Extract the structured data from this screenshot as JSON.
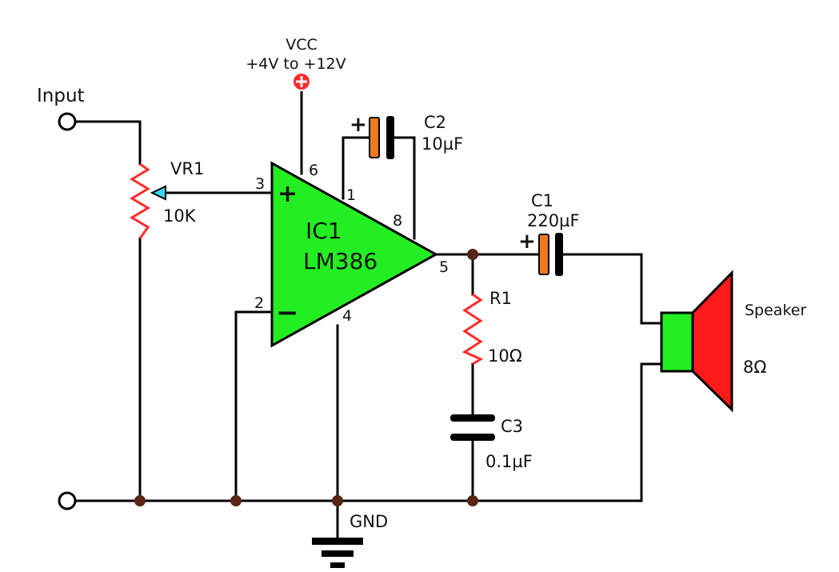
{
  "colors": {
    "wire": "#000000",
    "resistor": "#ff2a2a",
    "opamp": "#22ee22",
    "capacitor_plate": "#f07a1e",
    "junction": "#5a2416",
    "vcc_terminal": "#ff2a2a",
    "speaker_magnet": "#22ee22",
    "speaker_cone": "#ff1a1a",
    "wiper_arrow": "#33ddee"
  },
  "vcc": {
    "label": "VCC",
    "range": "+4V to +12V",
    "icon": "plus-circle-icon"
  },
  "input": {
    "label": "Input"
  },
  "vr1": {
    "name": "VR1",
    "value": "10K"
  },
  "ic1": {
    "name": "IC1",
    "part": "LM386",
    "plus_sign": "+",
    "minus_sign": "−",
    "pins": {
      "p1": "1",
      "p2": "2",
      "p3": "3",
      "p4": "4",
      "p5": "5",
      "p6": "6",
      "p8": "8"
    }
  },
  "c2": {
    "name": "C2",
    "value": "10µF",
    "polarity": "+"
  },
  "c1": {
    "name": "C1",
    "value": "220µF",
    "polarity": "+"
  },
  "r1": {
    "name": "R1",
    "value": "10Ω"
  },
  "c3": {
    "name": "C3",
    "value": "0.1µF"
  },
  "speaker": {
    "label": "Speaker",
    "impedance": "8Ω"
  },
  "gnd": {
    "label": "GND"
  }
}
